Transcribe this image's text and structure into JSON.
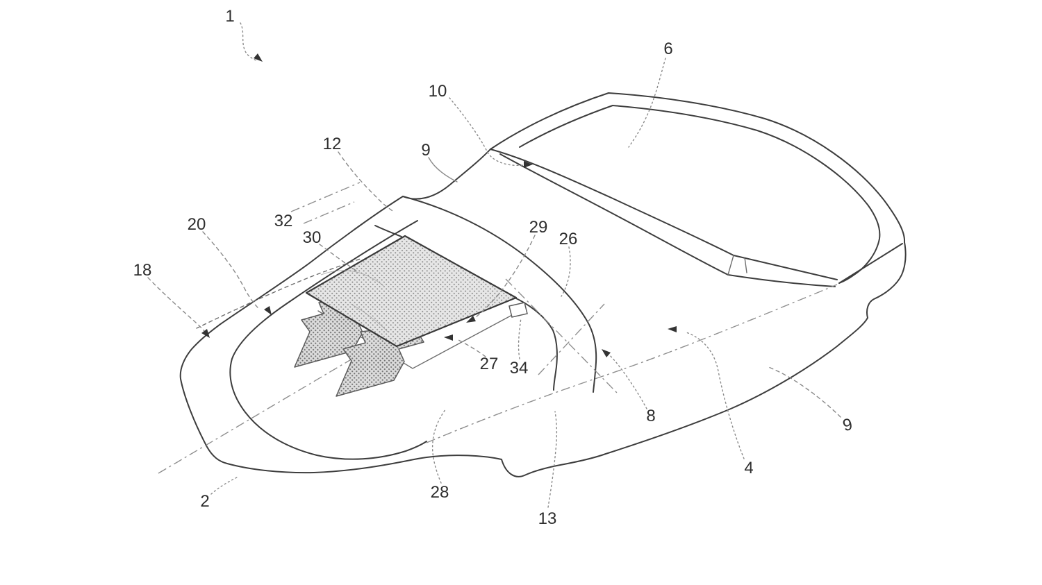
{
  "figure": {
    "type": "patent-technical-drawing",
    "description": "Perspective line drawing of a vehicle body with an open cockpit, rear canopy dome, cross-hatched vent panel on the hood, two hatched airflow arrows pointing down-left, dash-dot axis lines and numbered reference leaders",
    "background_color": "#ffffff",
    "ink_color": "#3d3d3d",
    "leader_color": "#8a8a8a",
    "hatch_dot_color": "#8d8d8d",
    "hatch_bg_color": "#e6e6e6",
    "reference_labels": [
      {
        "id": "ref-1",
        "text": "1"
      },
      {
        "id": "ref-6",
        "text": "6"
      },
      {
        "id": "ref-10",
        "text": "10"
      },
      {
        "id": "ref-12",
        "text": "12"
      },
      {
        "id": "ref-9a",
        "text": "9"
      },
      {
        "id": "ref-20",
        "text": "20"
      },
      {
        "id": "ref-32",
        "text": "32"
      },
      {
        "id": "ref-30",
        "text": "30"
      },
      {
        "id": "ref-29",
        "text": "29"
      },
      {
        "id": "ref-26",
        "text": "26"
      },
      {
        "id": "ref-18",
        "text": "18"
      },
      {
        "id": "ref-27",
        "text": "27"
      },
      {
        "id": "ref-34",
        "text": "34"
      },
      {
        "id": "ref-8",
        "text": "8"
      },
      {
        "id": "ref-9b",
        "text": "9"
      },
      {
        "id": "ref-4",
        "text": "4"
      },
      {
        "id": "ref-2",
        "text": "2"
      },
      {
        "id": "ref-28",
        "text": "28"
      },
      {
        "id": "ref-13",
        "text": "13"
      }
    ]
  }
}
